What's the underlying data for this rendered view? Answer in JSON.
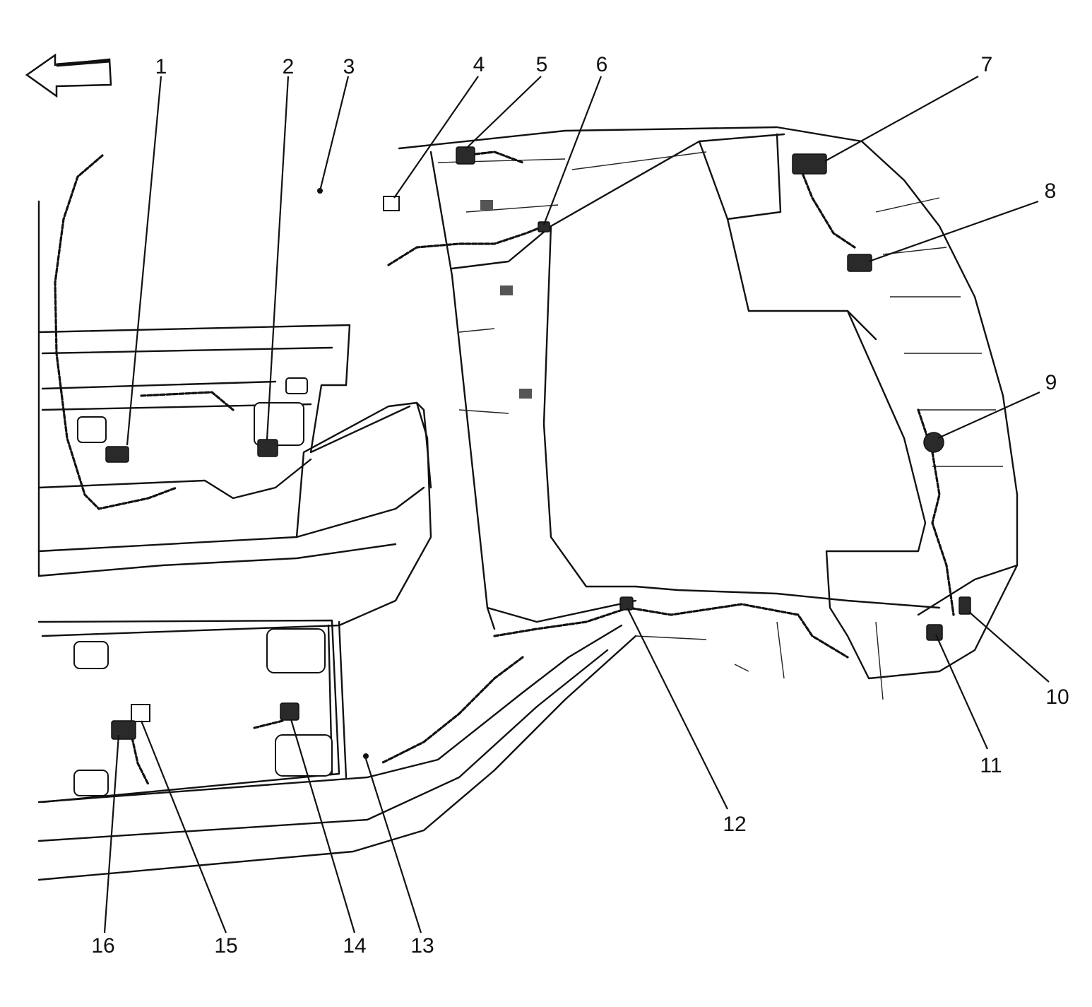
{
  "callouts": [
    "1",
    "2",
    "3",
    "4",
    "5",
    "6",
    "7",
    "8",
    "9",
    "10",
    "11",
    "12",
    "13",
    "14",
    "15",
    "16"
  ],
  "icons": {
    "direction": "arrow-left-icon"
  },
  "colors": {
    "ink": "#111111",
    "paper": "#ffffff"
  }
}
